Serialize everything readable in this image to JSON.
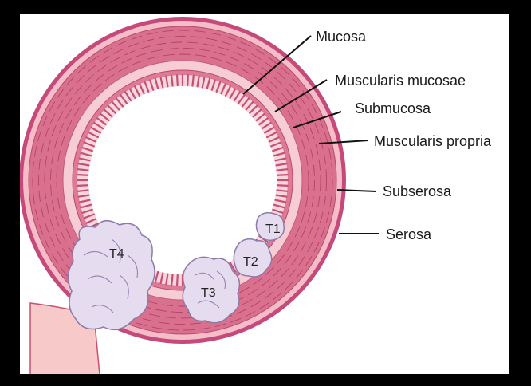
{
  "labels": {
    "mucosa": "Mucosa",
    "muscularis_mucosae": "Muscularis mucosae",
    "submucosa": "Submucosa",
    "muscularis_propria": "Muscularis propria",
    "subserosa": "Subserosa",
    "serosa": "Serosa"
  },
  "tumors": {
    "t1": "T1",
    "t2": "T2",
    "t3": "T3",
    "t4": "T4"
  },
  "colors": {
    "serosa": "#c5497a",
    "subserosa": "#f4bdc8",
    "muscularis_propria": "#d9708e",
    "submucosa": "#f6cdd4",
    "muscularis_mucosae": "#de7a96",
    "mucosa_villi": "#c25078",
    "tumor_fill": "#e6dcef",
    "tumor_edge": "#8e7aa8"
  }
}
